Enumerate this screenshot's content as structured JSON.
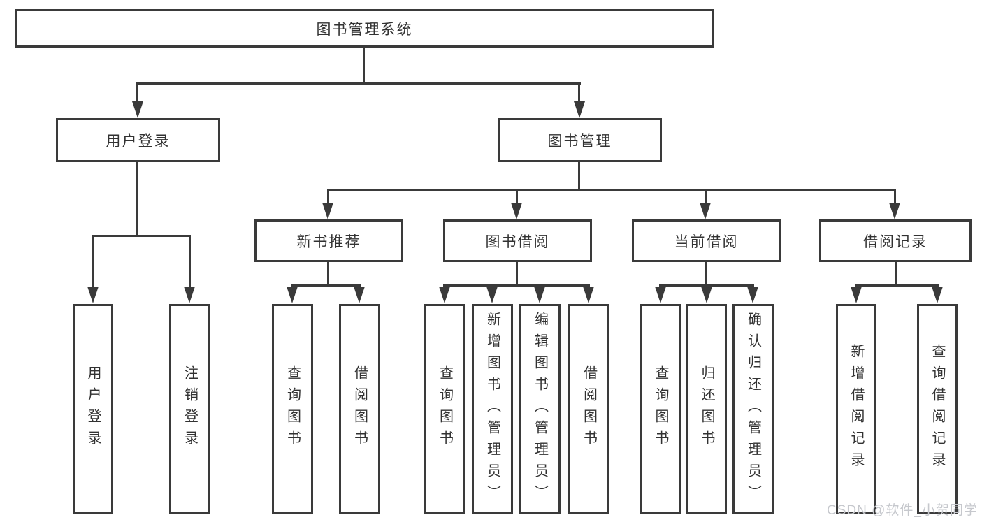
{
  "diagram": {
    "root": {
      "label": "图书管理系统"
    },
    "level2": {
      "user_login": {
        "label": "用户登录"
      },
      "book_management": {
        "label": "图书管理"
      }
    },
    "level3": {
      "new_book_recommendation": {
        "label": "新书推荐"
      },
      "book_borrowing": {
        "label": "图书借阅"
      },
      "current_borrowing": {
        "label": "当前借阅"
      },
      "borrowing_records": {
        "label": "借阅记录"
      }
    },
    "leaves": {
      "user_login": [
        {
          "label": "用户登录"
        },
        {
          "label": "注销登录"
        }
      ],
      "new_book_recommendation": [
        {
          "label": "查询图书"
        },
        {
          "label": "借阅图书"
        }
      ],
      "book_borrowing": [
        {
          "label": "查询图书"
        },
        {
          "label": "新增图书（管理员）"
        },
        {
          "label": "编辑图书（管理员）"
        },
        {
          "label": "借阅图书"
        }
      ],
      "current_borrowing": [
        {
          "label": "查询图书"
        },
        {
          "label": "归还图书"
        },
        {
          "label": "确认归还（管理员）"
        }
      ],
      "borrowing_records": [
        {
          "label": "新增借阅记录"
        },
        {
          "label": "查询借阅记录"
        }
      ]
    },
    "watermark": "CSDN @软件_小贺同学",
    "colors": {
      "line": "#3a3a3a",
      "text": "#323232",
      "watermark_text": "#c6c8cd",
      "background": "#ffffff"
    }
  }
}
